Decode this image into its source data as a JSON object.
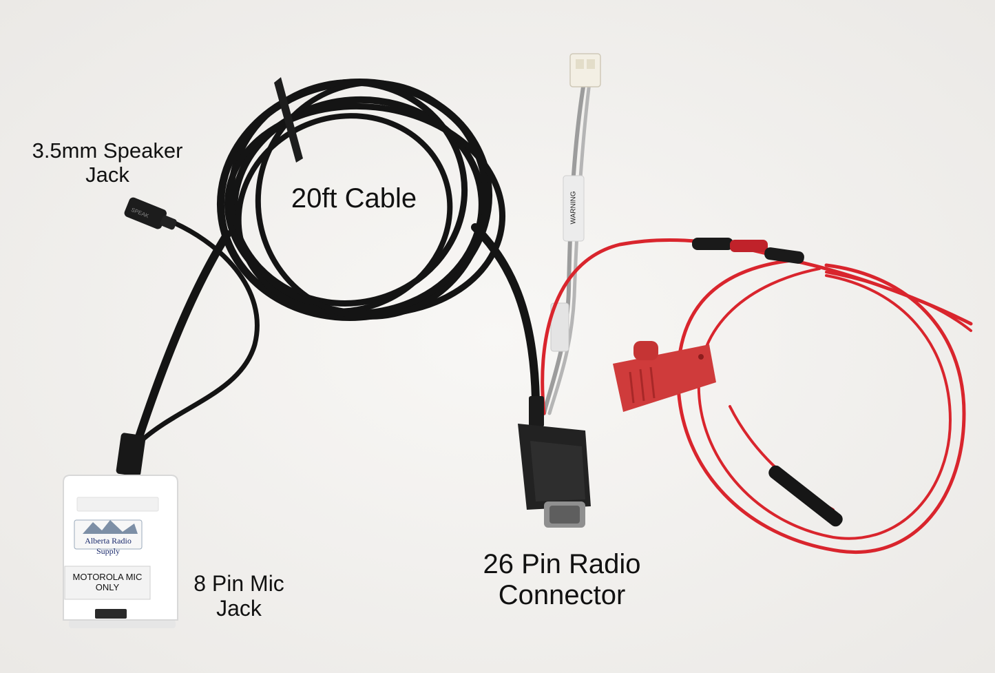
{
  "labels": {
    "speaker_jack": [
      "3.5mm Speaker",
      "Jack"
    ],
    "cable": "20ft Cable",
    "mic_jack": [
      "8 Pin Mic",
      "Jack"
    ],
    "radio_connector": [
      "26 Pin Radio",
      "Connector"
    ]
  },
  "mic_box": {
    "brand_sticker": "Alberta Radio Supply",
    "label_text": [
      "MOTOROLA MIC",
      "ONLY"
    ]
  },
  "harness": {
    "warning_tag": "WARNING"
  },
  "colors": {
    "background": "#f4f3f1",
    "black_cable": "#141414",
    "red_wire": "#d9252d",
    "fuse_holder": "#cf3b3b",
    "mic_box": "#ffffff"
  }
}
